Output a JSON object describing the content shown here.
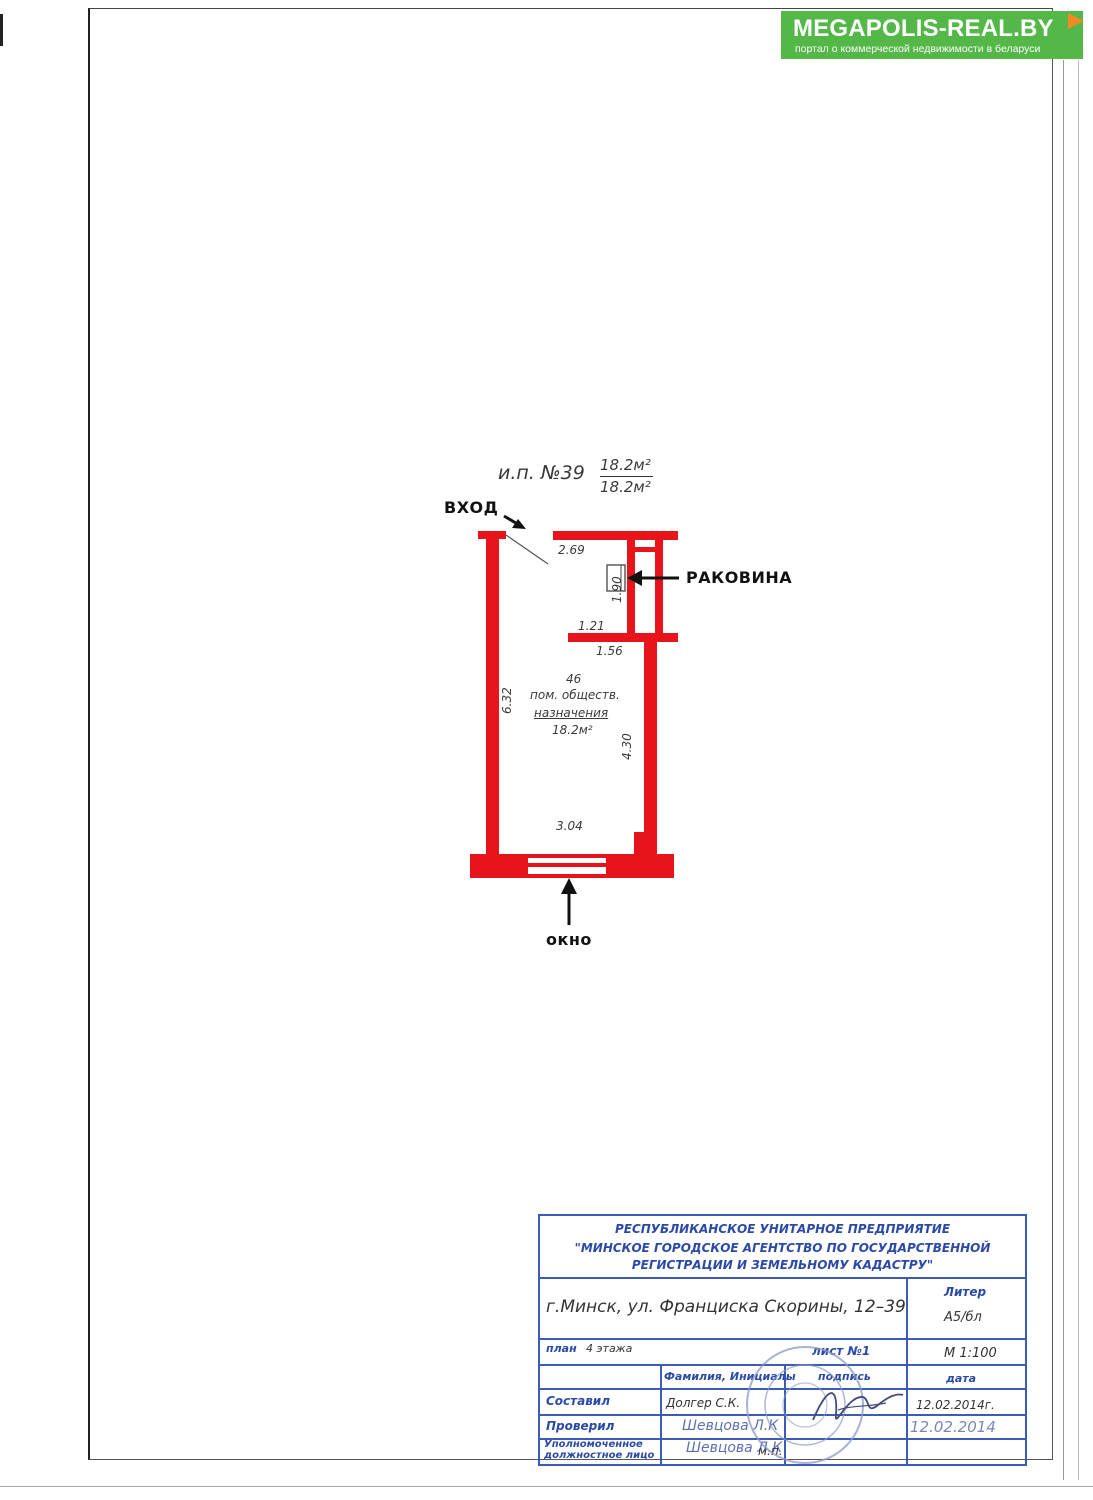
{
  "banner": {
    "title": "MEGAPOLIS-REAL.BY",
    "subtitle": "портал о коммерческой недвижимости в беларуси"
  },
  "plan": {
    "unit_label": "и.п. №39",
    "area_total": "18.2м²",
    "area_useful": "18.2м²",
    "entrance_label": "ВХОД",
    "sink_label": "РАКОВИНА",
    "window_label": "окно",
    "room_number": "46",
    "room_type_line1": "пом. обществ.",
    "room_type_line2": "назначения",
    "room_area": "18.2м²",
    "dimensions": {
      "top_width": "2.69",
      "niche_depth": "1.90",
      "niche_ledge": "1.21",
      "niche_width": "1.56",
      "left_length": "6.32",
      "right_length": "4.30",
      "bottom_width": "3.04"
    },
    "wall_color": "#e8141c"
  },
  "stamp": {
    "org_line1": "РЕСПУБЛИКАНСКОЕ УНИТАРНОЕ ПРЕДПРИЯТИЕ",
    "org_line2": "\"МИНСКОЕ ГОРОДСКОЕ АГЕНТСТВО ПО ГОСУДАРСТВЕННОЙ",
    "org_line3": "РЕГИСТРАЦИИ И ЗЕМЕЛЬНОМУ КАДАСТРУ\"",
    "address": "г.Минск, ул. Франциска Скорины, 12–39",
    "liter_label": "Литер",
    "liter_value": "А5/бл",
    "plan_label": "план",
    "plan_value": "4 этажа",
    "sheet_label": "лист  №1",
    "scale": "М 1:100",
    "col_name": "Фамилия, Инициалы",
    "col_sign": "подпись",
    "col_date": "дата",
    "composed_label": "Составил",
    "composed_name": "Долгер С.К.",
    "composed_date": "12.02.2014г.",
    "checked_label": "Проверил",
    "checked_name": "Шевцова Л.К",
    "checked_date": "12.02.2014",
    "authorized_label_1": "Уполномоченное",
    "authorized_label_2": "должностное лицо",
    "authorized_name": "Шевцова Л.К",
    "mp": "м.п.",
    "color": "#2b4aa8"
  }
}
